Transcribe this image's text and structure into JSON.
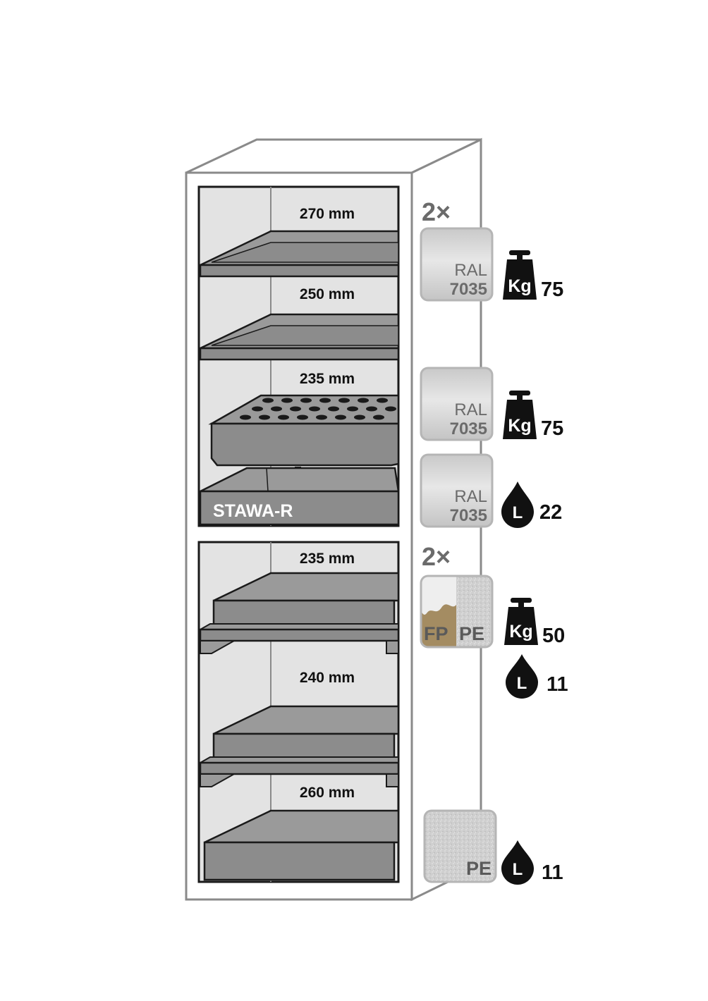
{
  "compartment_heights": {
    "h1": "270 mm",
    "h2": "250 mm",
    "h3": "235 mm",
    "h4": "235 mm",
    "h5": "240 mm",
    "h6": "260 mm"
  },
  "stawa_label": "STAWA-R",
  "ral": {
    "word": "RAL",
    "code": "7035"
  },
  "quantity_marks": {
    "top": "2×",
    "bottom": "2×"
  },
  "materials": {
    "fp": "FP",
    "pe": "PE"
  },
  "icons": {
    "weight": "Kg",
    "liquid": "L"
  },
  "specs": {
    "shelf_load": "75",
    "perforated_load": "75",
    "sump_volume": "22",
    "tray_load": "50",
    "tray_volume": "11",
    "floor_volume": "11"
  },
  "colors": {
    "outline": "#1a1a1a",
    "cabinet_edge": "#8a8a8a",
    "interior": "#e3e3e3",
    "shelf": "#8c8c8c",
    "tile": "#d4d4d4",
    "fp_tile": "#a48c62",
    "text_dark": "#111111",
    "text_grey": "#6b6b6b"
  }
}
